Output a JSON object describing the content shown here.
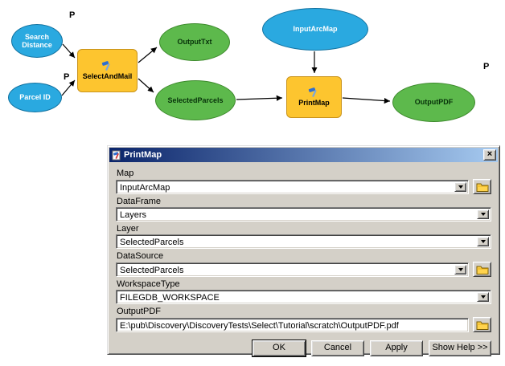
{
  "diagram": {
    "param_marker": "P",
    "nodes": {
      "search_distance": "Search Distance",
      "parcel_id": "Parcel ID",
      "select_and_mail": "SelectAndMail",
      "output_txt": "OutputTxt",
      "selected_parcels": "SelectedParcels",
      "input_arcmap": "InputArcMap",
      "print_map": "PrintMap",
      "output_pdf": "OutputPDF"
    },
    "colors": {
      "input_node": "#2aa9e0",
      "derived_node": "#5db94c",
      "tool_node": "#fdc52f"
    }
  },
  "dialog": {
    "title": "PrintMap",
    "close_glyph": "×",
    "fields": [
      {
        "label": "Map",
        "value": "InputArcMap"
      },
      {
        "label": "DataFrame",
        "value": "Layers"
      },
      {
        "label": "Layer",
        "value": "SelectedParcels"
      },
      {
        "label": "DataSource",
        "value": "SelectedParcels"
      },
      {
        "label": "WorkspaceType",
        "value": "FILEGDB_WORKSPACE"
      },
      {
        "label": "OutputPDF",
        "value": "E:\\pub\\Discovery\\DiscoveryTests\\Select\\Tutorial\\scratch\\OutputPDF.pdf"
      }
    ],
    "buttons": [
      "OK",
      "Cancel",
      "Apply",
      "Show Help >>"
    ]
  }
}
